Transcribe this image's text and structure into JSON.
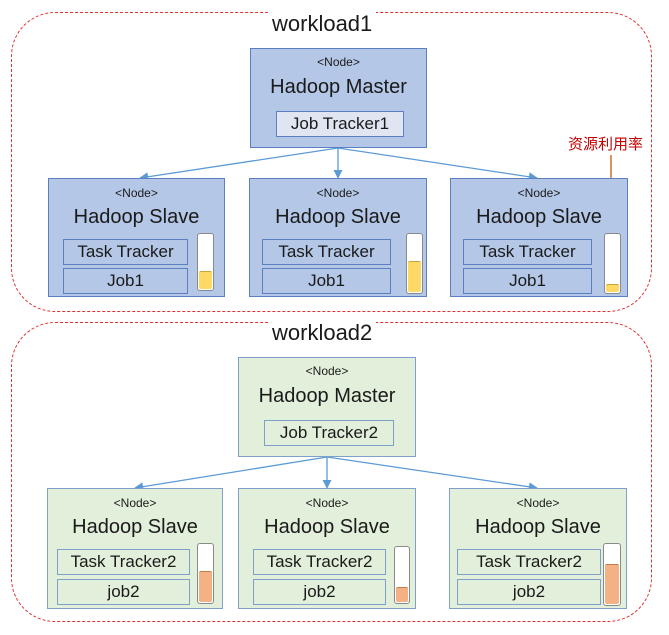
{
  "workload1": {
    "title": "workload1",
    "master": {
      "tag": "<Node>",
      "name": "Hadoop Master",
      "tracker": "Job Tracker1"
    },
    "slaves": [
      {
        "tag": "<Node>",
        "name": "Hadoop Slave",
        "tracker": "Task Tracker",
        "job": "Job1",
        "utilization": 0.34
      },
      {
        "tag": "<Node>",
        "name": "Hadoop Slave",
        "tracker": "Task Tracker",
        "job": "Job1",
        "utilization": 0.55
      },
      {
        "tag": "<Node>",
        "name": "Hadoop Slave",
        "tracker": "Task Tracker",
        "job": "Job1",
        "utilization": 0.16
      }
    ],
    "gauge_color": "#ffd966"
  },
  "annotation": {
    "label": "资源利用率",
    "color": "#c00000"
  },
  "workload2": {
    "title": "workload2",
    "master": {
      "tag": "<Node>",
      "name": "Hadoop Master",
      "tracker": "Job Tracker2"
    },
    "slaves": [
      {
        "tag": "<Node>",
        "name": "Hadoop Slave",
        "tracker": "Task Tracker2",
        "job": "job2",
        "utilization": 0.55
      },
      {
        "tag": "<Node>",
        "name": "Hadoop Slave",
        "tracker": "Task Tracker2",
        "job": "job2",
        "utilization": 0.28
      },
      {
        "tag": "<Node>",
        "name": "Hadoop Slave",
        "tracker": "Task Tracker2",
        "job": "job2",
        "utilization": 0.68
      }
    ],
    "gauge_color": "#f4b183"
  }
}
